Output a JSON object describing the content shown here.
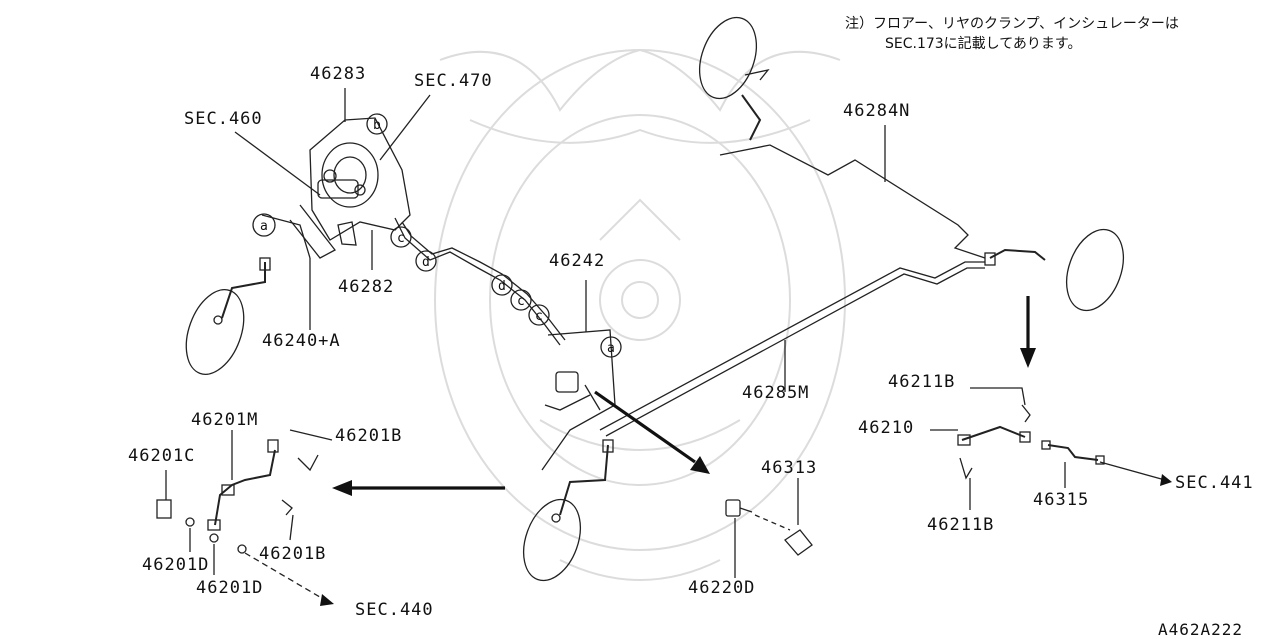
{
  "note": {
    "line1": "注）フロアー、リヤのクランプ、インシュレーターは",
    "line2": "SEC.173に記載してあります。"
  },
  "labels": {
    "p46283": "46283",
    "sec470": "SEC.470",
    "sec460": "SEC.460",
    "p46282": "46282",
    "p46240a": "46240+A",
    "p46242": "46242",
    "p46284n": "46284N",
    "p46285m": "46285M",
    "p46211b_top": "46211B",
    "p46210": "46210",
    "p46315": "46315",
    "p46211b_bottom": "46211B",
    "sec441": "SEC.441",
    "p46313": "46313",
    "p46220d": "46220D",
    "p46201m": "46201M",
    "p46201c": "46201C",
    "p46201b_top": "46201B",
    "p46201b_bottom": "46201B",
    "p46201d_a": "46201D",
    "p46201d_b": "46201D",
    "sec440": "SEC.440",
    "diagram_code": "A462A222"
  },
  "circle_letters": {
    "b": "b",
    "c": "c",
    "d": "d",
    "a": "a"
  }
}
